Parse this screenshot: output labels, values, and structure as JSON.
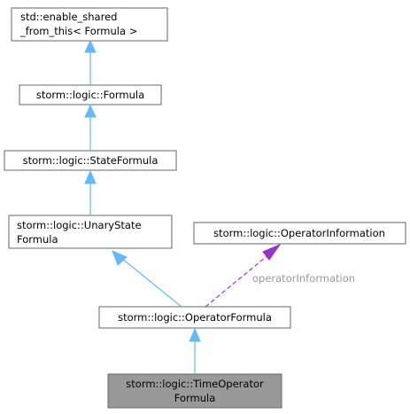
{
  "nodes": {
    "enable_shared": {
      "line1": "std::enable_shared",
      "line2": "_from_this< Formula >"
    },
    "formula": {
      "line1": "storm::logic::Formula"
    },
    "state_formula": {
      "line1": "storm::logic::StateFormula"
    },
    "unary_state_formula": {
      "line1": "storm::logic::UnaryState",
      "line2": "Formula"
    },
    "operator_information": {
      "line1": "storm::logic::OperatorInformation"
    },
    "operator_formula": {
      "line1": "storm::logic::OperatorFormula"
    },
    "time_operator_formula": {
      "line1": "storm::logic::TimeOperator",
      "line2": "Formula"
    }
  },
  "edges": {
    "operator_information_label": "operatorInformation"
  },
  "colors": {
    "inheritance_edge": "#63b8ff",
    "usage_edge": "#9a32cd",
    "focus_node_fill": "#999999",
    "node_border": "#666666"
  }
}
